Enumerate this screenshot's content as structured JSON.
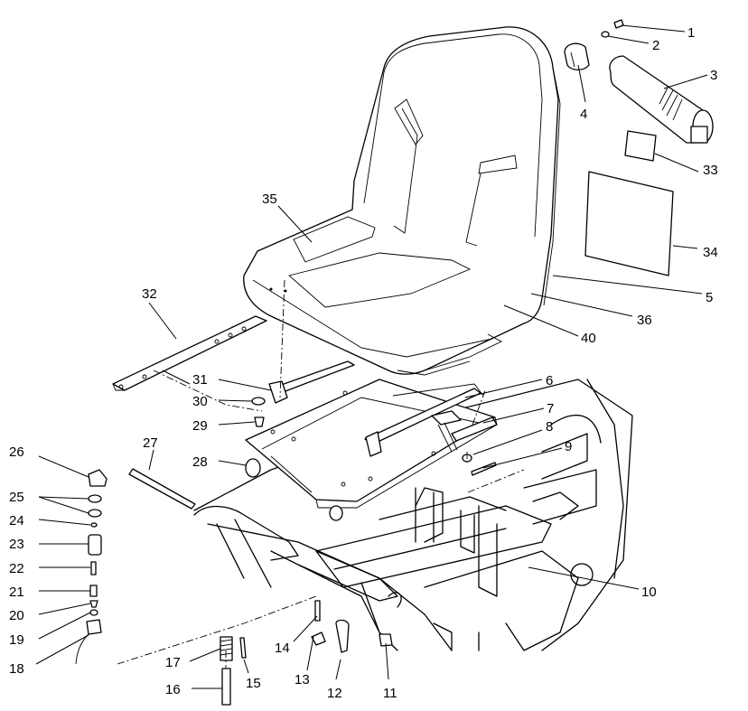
{
  "callouts": [
    {
      "label": "1"
    },
    {
      "label": "2"
    },
    {
      "label": "3"
    },
    {
      "label": "4"
    },
    {
      "label": "5"
    },
    {
      "label": "6"
    },
    {
      "label": "7"
    },
    {
      "label": "8"
    },
    {
      "label": "9"
    },
    {
      "label": "10"
    },
    {
      "label": "11"
    },
    {
      "label": "12"
    },
    {
      "label": "13"
    },
    {
      "label": "14"
    },
    {
      "label": "15"
    },
    {
      "label": "16"
    },
    {
      "label": "17"
    },
    {
      "label": "18"
    },
    {
      "label": "19"
    },
    {
      "label": "20"
    },
    {
      "label": "21"
    },
    {
      "label": "22"
    },
    {
      "label": "23"
    },
    {
      "label": "24"
    },
    {
      "label": "25"
    },
    {
      "label": "26"
    },
    {
      "label": "27"
    },
    {
      "label": "28"
    },
    {
      "label": "29"
    },
    {
      "label": "30"
    },
    {
      "label": "31"
    },
    {
      "label": "32"
    },
    {
      "label": "33"
    },
    {
      "label": "34"
    },
    {
      "label": "35"
    },
    {
      "label": "36"
    },
    {
      "label": "40"
    }
  ]
}
